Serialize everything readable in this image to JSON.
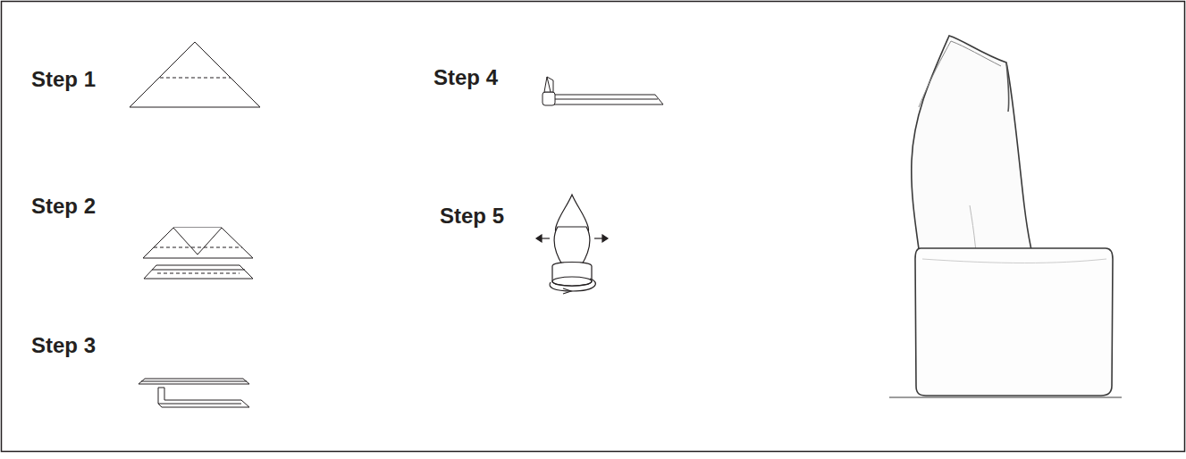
{
  "diagram": {
    "labels": [
      "Step 1",
      "Step 2",
      "Step 3",
      "Step 4",
      "Step 5"
    ]
  }
}
